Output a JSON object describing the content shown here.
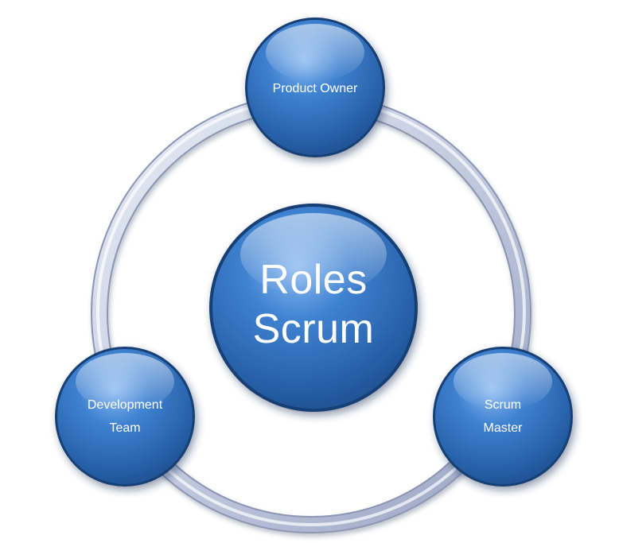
{
  "diagram": {
    "center": {
      "lines": [
        "Roles",
        "Scrum"
      ]
    },
    "nodes": [
      {
        "id": "product-owner",
        "lines": [
          "Product Owner"
        ]
      },
      {
        "id": "scrum-master",
        "lines": [
          "Scrum",
          "Master"
        ]
      },
      {
        "id": "development-team",
        "lines": [
          "Development",
          "Team"
        ]
      }
    ]
  },
  "colors": {
    "node_blue": "#2e6db8",
    "node_highlight": "#7fb0ea",
    "ring_light": "#eef1f8",
    "ring_shadow": "#7f89a6",
    "text": "#ffffff"
  }
}
